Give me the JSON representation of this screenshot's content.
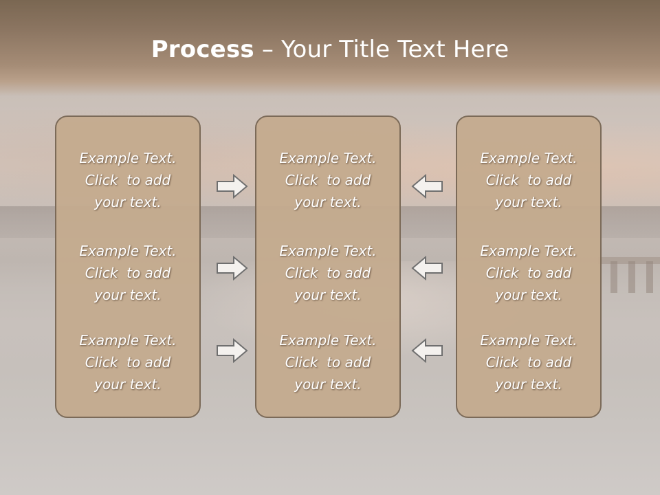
{
  "slide": {
    "title_bold": "Process",
    "title_rest": " – Your Title Text Here"
  },
  "columns": [
    {
      "items": [
        [
          "Example Text.",
          "Click  to add",
          "your text."
        ],
        [
          "Example Text.",
          "Click  to add",
          "your text."
        ],
        [
          "Example Text.",
          "Click  to add",
          "your text."
        ]
      ]
    },
    {
      "items": [
        [
          "Example Text.",
          "Click  to add",
          "your text."
        ],
        [
          "Example Text.",
          "Click  to add",
          "your text."
        ],
        [
          "Example Text.",
          "Click  to add",
          "your text."
        ]
      ]
    },
    {
      "items": [
        [
          "Example Text.",
          "Click  to add",
          "your text."
        ],
        [
          "Example Text.",
          "Click  to add",
          "your text."
        ],
        [
          "Example Text.",
          "Click  to add",
          "your text."
        ]
      ]
    }
  ],
  "arrows": {
    "left_group": "arrow-right-icon",
    "right_group": "arrow-left-icon"
  },
  "colors": {
    "box_fill": "#c4ab8e",
    "box_border": "#7b6a58",
    "title_band": "#8a7460",
    "text": "#ffffff"
  }
}
